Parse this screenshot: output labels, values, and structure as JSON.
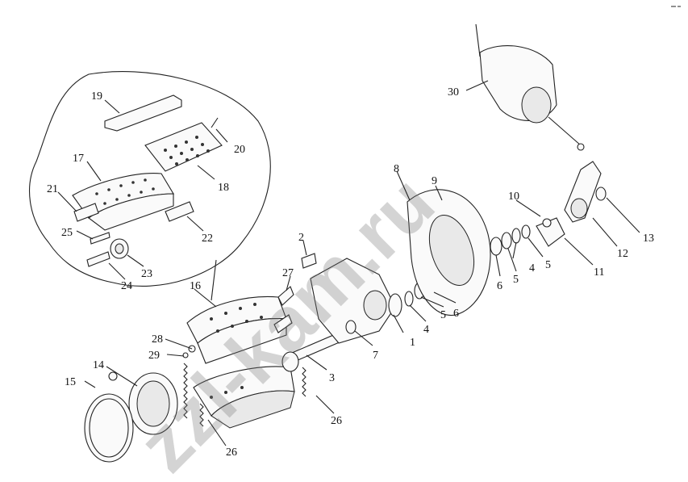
{
  "diagram": {
    "title": "",
    "callouts": [
      "1",
      "2",
      "3",
      "4",
      "4",
      "5",
      "5",
      "5",
      "6",
      "6",
      "7",
      "8",
      "9",
      "10",
      "11",
      "12",
      "13",
      "14",
      "15",
      "16",
      "17",
      "18",
      "19",
      "20",
      "21",
      "22",
      "23",
      "24",
      "25",
      "26",
      "26",
      "27",
      "28",
      "29",
      "30"
    ],
    "watermark": "zzl-kam.ru"
  }
}
